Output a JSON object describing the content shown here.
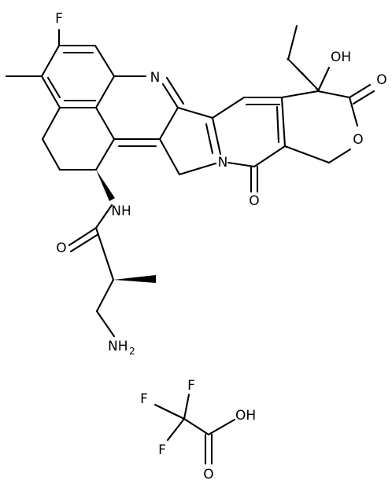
{
  "atom_labels": {
    "fluoro_top": "F",
    "pyridine_n": "N",
    "hydroxyl": "OH",
    "lactone_carbonyl_o": "O",
    "lactone_ring_o": "O",
    "lactam_n": "N",
    "lactam_carbonyl_o": "O",
    "amide_nh": "NH",
    "amide_carbonyl_o": "O",
    "amine_n": "NH",
    "amine_subscript": "2",
    "tfa_f_top": "F",
    "tfa_f_left": "F",
    "tfa_f_bottom": "F",
    "tfa_hydroxyl": "OH",
    "tfa_carbonyl_o": "O"
  }
}
